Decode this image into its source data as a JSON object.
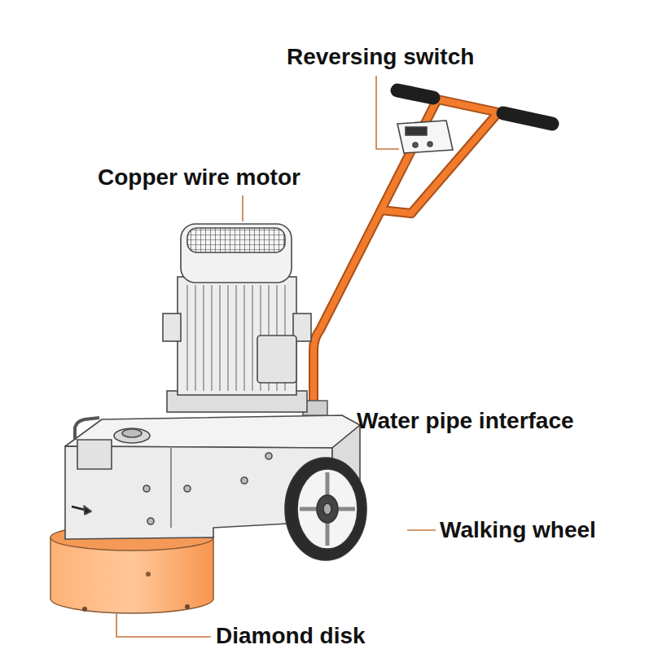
{
  "diagram": {
    "labels": [
      "Reversing switch",
      "Copper wire motor",
      "Water pipe interface",
      "Walking wheel",
      "Diamond disk"
    ]
  }
}
